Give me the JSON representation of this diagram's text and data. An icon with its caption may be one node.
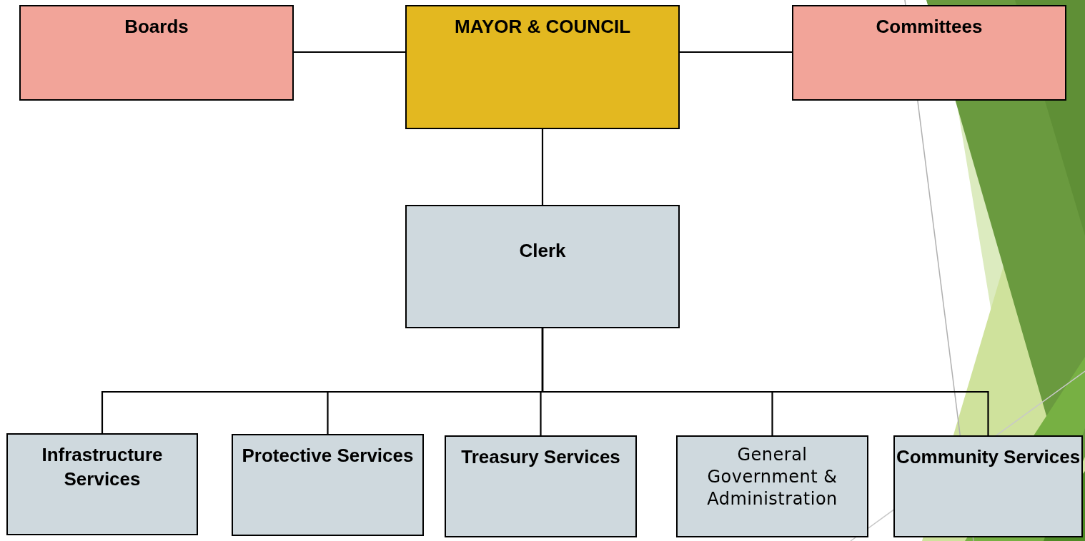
{
  "diagram": {
    "nodes": [
      {
        "text": [
          "Boards"
        ]
      },
      {
        "text": [
          "MAYOR & COUNCIL"
        ]
      },
      {
        "text": [
          "Committees"
        ]
      },
      {
        "text": [
          "Clerk"
        ]
      },
      {
        "text": [
          "Infrastructure Services"
        ]
      },
      {
        "text": [
          "Protective Services"
        ]
      },
      {
        "text": [
          "Treasury Services"
        ]
      },
      {
        "text": [
          "General Government & Administration"
        ]
      },
      {
        "text": [
          "Community Services"
        ]
      }
    ],
    "edges": [
      {
        "from": 1,
        "to": 0,
        "arrow": "none"
      },
      {
        "from": 1,
        "to": 2,
        "arrow": "none"
      },
      {
        "from": 1,
        "to": 3,
        "arrow": "none"
      },
      {
        "from": 3,
        "to": 4,
        "arrow": "none"
      },
      {
        "from": 3,
        "to": 5,
        "arrow": "none"
      },
      {
        "from": 3,
        "to": 6,
        "arrow": "none"
      },
      {
        "from": 3,
        "to": 7,
        "arrow": "none"
      },
      {
        "from": 3,
        "to": 8,
        "arrow": "none"
      }
    ]
  }
}
